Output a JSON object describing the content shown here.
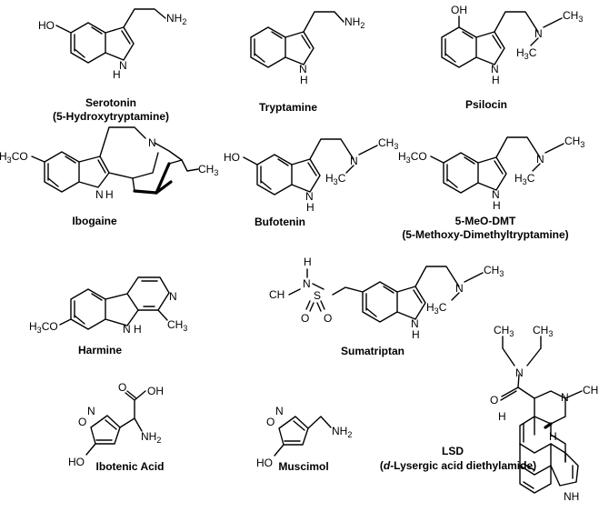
{
  "molecules": {
    "serotonin": {
      "name": "Serotonin",
      "alt": "(5-Hydroxytryptamine)"
    },
    "tryptamine": {
      "name": "Tryptamine"
    },
    "psilocin": {
      "name": "Psilocin"
    },
    "ibogaine": {
      "name": "Ibogaine"
    },
    "bufotenin": {
      "name": "Bufotenin"
    },
    "meo_dmt": {
      "name": "5-MeO-DMT",
      "alt": "(5-Methoxy-Dimethyltryptamine)"
    },
    "harmine": {
      "name": "Harmine"
    },
    "sumatriptan": {
      "name": "Sumatriptan"
    },
    "ibotenic": {
      "name": "Ibotenic Acid"
    },
    "muscimol": {
      "name": "Muscimol"
    },
    "lsd": {
      "name": "LSD",
      "alt_prefix": "(",
      "alt_italic": "d",
      "alt_rest": "-Lysergic acid diethylamide)"
    }
  },
  "atoms": {
    "ho": "HO",
    "oh": "OH",
    "nh2": "NH",
    "two": "2",
    "n": "N",
    "h": "H",
    "nh": "NH",
    "o": "O",
    "s": "S",
    "ch3": "CH",
    "three": "3",
    "h3c": "H",
    "h3c_c": "C",
    "h3co_c": "CO",
    "ring_n": "N"
  }
}
